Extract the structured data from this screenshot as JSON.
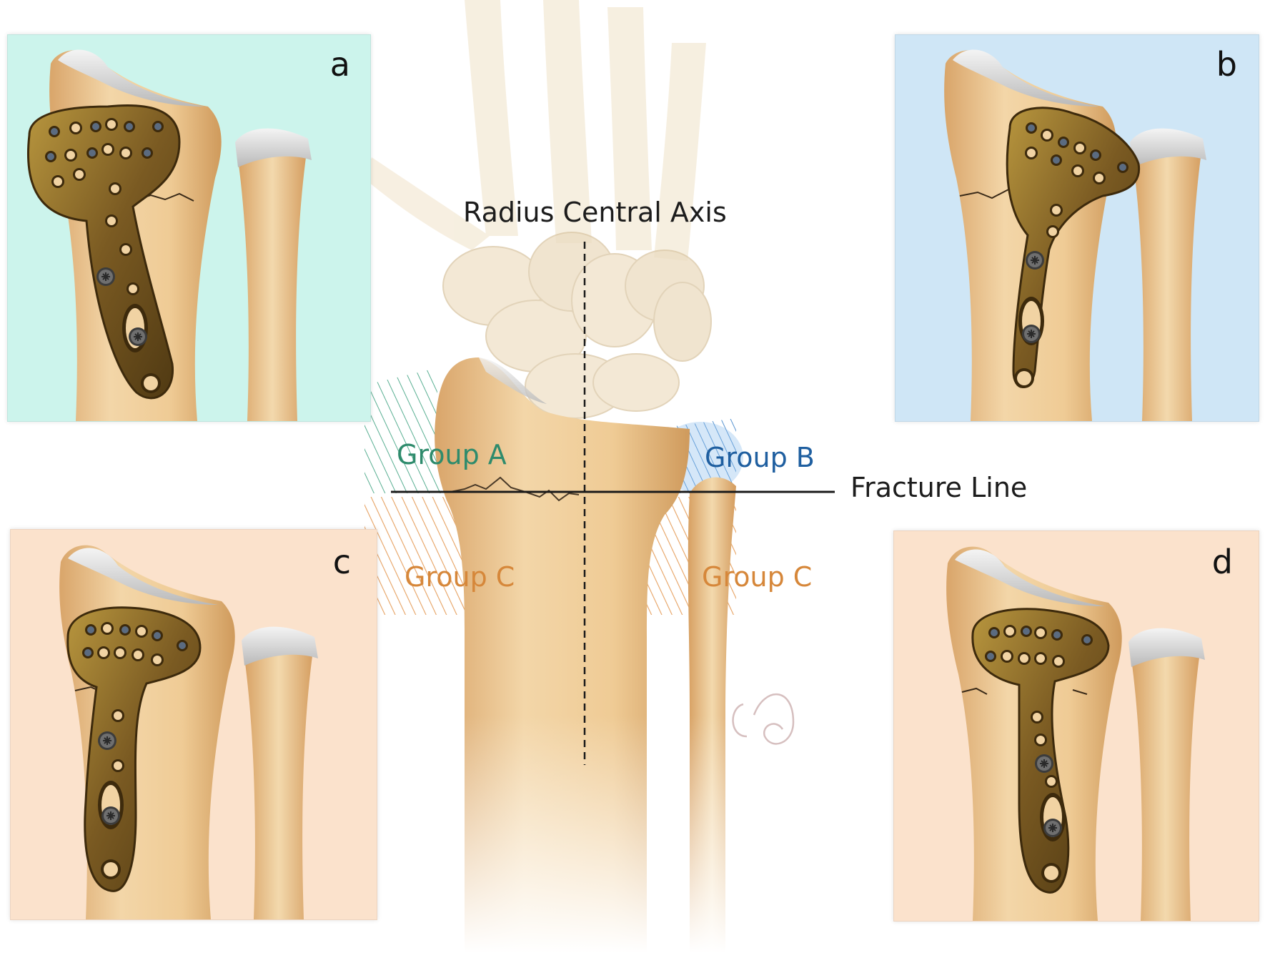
{
  "center": {
    "axis_label": "Radius Central Axis",
    "fracture_label": "Fracture Line",
    "group_a": "Group A",
    "group_b": "Group B",
    "group_c_left": "Group C",
    "group_c_right": "Group C"
  },
  "panels": [
    {
      "letter": "a"
    },
    {
      "letter": "b"
    },
    {
      "letter": "c"
    },
    {
      "letter": "d"
    }
  ],
  "colors": {
    "panel_a_bg": "#ccf4ec",
    "panel_b_bg": "#cfe6f6",
    "panel_c_bg": "#fbe2cc",
    "panel_d_bg": "#fbe2cc",
    "group_a": "#2e8b6c",
    "group_b": "#1f5fa0",
    "group_c": "#d6873a",
    "bone": "#ecc99a",
    "plate": "#8a6a2c"
  },
  "signature": "Cokee"
}
